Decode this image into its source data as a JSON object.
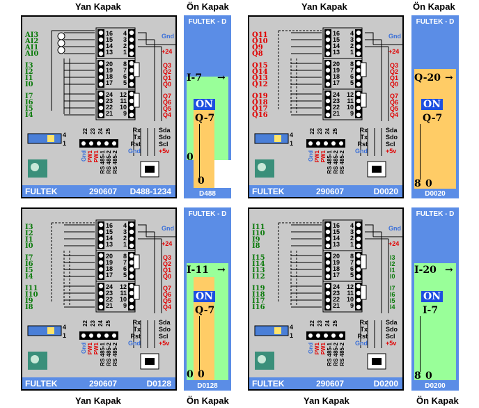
{
  "titles": {
    "side": "Yan Kapak",
    "front": "Ön Kapak"
  },
  "colors": {
    "panel_bg": "#c9c9c9",
    "footer_bg": "#5b8de6",
    "input_green": "#0a7a0a",
    "output_red": "#e00000",
    "front_blue": "#5b8de6",
    "front_orange": "#ffcc66",
    "front_green": "#99ff99",
    "on_blue": "#1d4fe0"
  },
  "common": {
    "brand": "FULTEK",
    "date": "290607",
    "gnd": "Gnd",
    "plus24": "+24",
    "front_title": "FULTEK - D",
    "on": "ON",
    "serial_left": [
      "Rx",
      "Tx",
      "Rst",
      "Gnd"
    ],
    "serial_right": [
      "Sda",
      "Sdo",
      "Scl",
      "+5v"
    ],
    "rj_pins": [
      "22",
      "23",
      "24",
      "25"
    ],
    "rj_sigs": [
      "Gnd",
      "PW1",
      "PW1",
      "RS 485-1",
      "RS 485-2",
      "RS 485-2"
    ],
    "mini_tab": [
      "4",
      "1"
    ],
    "pins_left": [
      "16",
      "15",
      "14",
      "13",
      "20",
      "19",
      "18",
      "17",
      "24",
      "23",
      "22",
      "21"
    ],
    "pins_right": [
      "4",
      "3",
      "2",
      "1",
      "8",
      "7",
      "6",
      "5",
      "12",
      "11",
      "10",
      "9"
    ]
  },
  "modules": [
    {
      "model": "D488-1234",
      "front_model": "D488",
      "left_labels": [
        "AI3",
        "AI2",
        "AI1",
        "AI0",
        "I3",
        "I2",
        "I1",
        "I0",
        "I7",
        "I6",
        "I5",
        "I4"
      ],
      "left_colors": [
        "grn",
        "grn",
        "grn",
        "grn",
        "grn",
        "grn",
        "grn",
        "grn",
        "grn",
        "grn",
        "grn",
        "grn"
      ],
      "right_labels": [
        "Q3",
        "Q2",
        "Q1",
        "Q0",
        "Q7",
        "Q6",
        "Q5",
        "Q4"
      ],
      "right_colors": [
        "red",
        "red",
        "red",
        "red",
        "red",
        "red",
        "red",
        "red"
      ],
      "front_top": "I-7",
      "front_mid": "Q-7",
      "front_zero": "0",
      "front_bottom": "0",
      "front_bottom2": ""
    },
    {
      "model": "D0020",
      "front_model": "D0020",
      "left_labels": [
        "Q11",
        "Q10",
        "Q9",
        "Q8",
        "Q15",
        "Q14",
        "Q13",
        "Q12",
        "Q19",
        "Q18",
        "Q17",
        "Q16"
      ],
      "left_colors": [
        "red",
        "red",
        "red",
        "red",
        "red",
        "red",
        "red",
        "red",
        "red",
        "red",
        "red",
        "red"
      ],
      "right_labels": [
        "Q3",
        "Q2",
        "Q1",
        "Q0",
        "Q7",
        "Q6",
        "Q5",
        "Q4"
      ],
      "right_colors": [
        "red",
        "red",
        "red",
        "red",
        "red",
        "red",
        "red",
        "red"
      ],
      "front_top": "Q-20",
      "front_mid": "Q-7",
      "front_zero": "",
      "front_bottom": "8",
      "front_bottom2": "0"
    },
    {
      "model": "D0128",
      "front_model": "D0128",
      "left_labels": [
        "I3",
        "I2",
        "I1",
        "I0",
        "I7",
        "I6",
        "I5",
        "I4",
        "I11",
        "I10",
        "I9",
        "I8"
      ],
      "left_colors": [
        "grn",
        "grn",
        "grn",
        "grn",
        "grn",
        "grn",
        "grn",
        "grn",
        "grn",
        "grn",
        "grn",
        "grn"
      ],
      "right_labels": [
        "Q3",
        "Q2",
        "Q1",
        "Q0",
        "Q7",
        "Q6",
        "Q5",
        "Q4"
      ],
      "right_colors": [
        "red",
        "red",
        "red",
        "red",
        "red",
        "red",
        "red",
        "red"
      ],
      "front_top": "I-11",
      "front_mid": "Q-7",
      "front_zero": "0",
      "front_bottom": "0",
      "front_bottom2": ""
    },
    {
      "model": "D0200",
      "front_model": "D0200",
      "left_labels": [
        "I11",
        "I10",
        "I9",
        "I8",
        "I15",
        "I14",
        "I13",
        "I12",
        "I19",
        "I18",
        "I17",
        "I16"
      ],
      "left_colors": [
        "grn",
        "grn",
        "grn",
        "grn",
        "grn",
        "grn",
        "grn",
        "grn",
        "grn",
        "grn",
        "grn",
        "grn"
      ],
      "right_labels": [
        "I3",
        "I2",
        "I1",
        "I0",
        "I7",
        "I6",
        "I5",
        "I4"
      ],
      "right_colors": [
        "grn",
        "grn",
        "grn",
        "grn",
        "grn",
        "grn",
        "grn",
        "grn"
      ],
      "front_top": "I-20",
      "front_mid": "I-7",
      "front_zero": "",
      "front_bottom": "8",
      "front_bottom2": "0"
    }
  ]
}
